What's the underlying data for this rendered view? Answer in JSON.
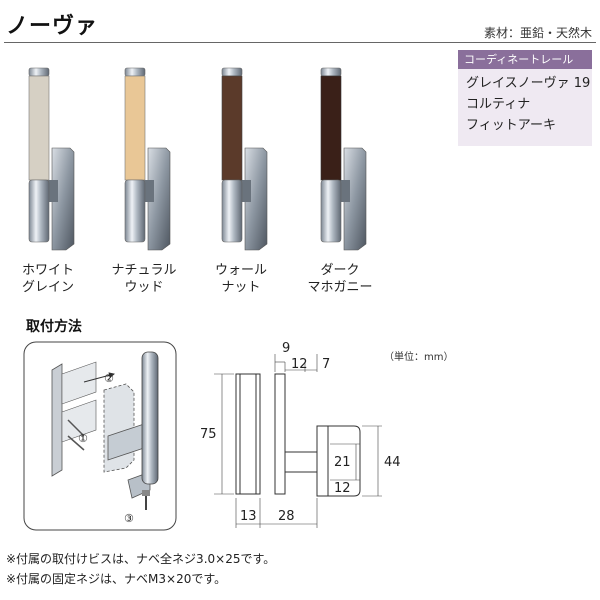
{
  "header": {
    "title": "ノーヴァ",
    "material": "素材：亜鉛・天然木"
  },
  "coordinate_box": {
    "heading": "コーディネートレール",
    "items": [
      "グレイスノーヴァ 19",
      "コルティナ",
      "フィットアーキ"
    ]
  },
  "variants": [
    {
      "line1": "ホワイト",
      "line2": "グレイン",
      "wood_color": "#d6d0c4"
    },
    {
      "line1": "ナチュラル",
      "line2": "ウッド",
      "wood_color": "#e9c796"
    },
    {
      "line1": "ウォール",
      "line2": "ナット",
      "wood_color": "#5b3a2a"
    },
    {
      "line1": "ダーク",
      "line2": "マホガニー",
      "wood_color": "#3a2018"
    }
  ],
  "installation": {
    "title": "取付方法",
    "unit": "（単位：mm）",
    "steps": [
      "①",
      "②",
      "③"
    ],
    "dimensions": {
      "top_a": "9",
      "top_b": "12",
      "top_c": "7",
      "height": "75",
      "bottom_a": "13",
      "bottom_b": "28",
      "inner": "21",
      "outer": "44",
      "lower": "12"
    }
  },
  "notes": [
    "※付属の取付けビスは、ナベ全ネジ3.0×25です。",
    "※付属の固定ネジは、ナベM3×20です。"
  ]
}
